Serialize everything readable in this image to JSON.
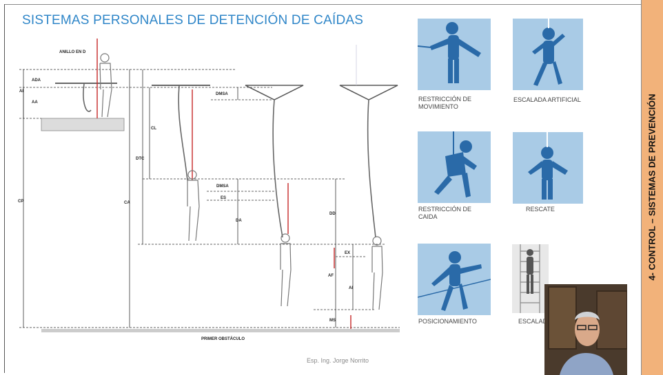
{
  "slide": {
    "title": "SISTEMAS PERSONALES DE DETENCIÓN DE CAÍDAS",
    "sidebar_title": "4- CONTROL – SISTEMAS DE PREVENCIÓN",
    "footer": "Esp. Ing. Jorge Norrito"
  },
  "diagram": {
    "anchor_label": "ANILLO EN D",
    "ground_label": "PRIMER OBSTÁCULO",
    "labels": {
      "ada": "ADA",
      "ai_top": "AI",
      "aa": "AA",
      "cp": "CP",
      "ca": "CA",
      "dtc": "DTC",
      "cl": "CL",
      "dmsa_top": "DMSA",
      "dmsa_mid": "DMSA",
      "es": "ES",
      "da": "DA",
      "dd": "DD",
      "ex": "EX",
      "af": "AF",
      "ai_bottom": "AI",
      "ms": "MS"
    }
  },
  "icons": [
    {
      "label": "RESTRICCIÓN DE\nMOVIMIENTO"
    },
    {
      "label": "ESCALADA ARTIFICIAL"
    },
    {
      "label": "RESTRICCIÓN DE\nCAIDA"
    },
    {
      "label": "RESCATE"
    },
    {
      "label": "POSICIONAMIENTO"
    },
    {
      "label": "ESCALAD"
    }
  ],
  "colors": {
    "title": "#2f86c8",
    "sidebar": "#f2b27a",
    "icon_bg": "#a9cbe6",
    "icon_figure": "#2a6aa8",
    "lanyard_red": "#c62828"
  }
}
